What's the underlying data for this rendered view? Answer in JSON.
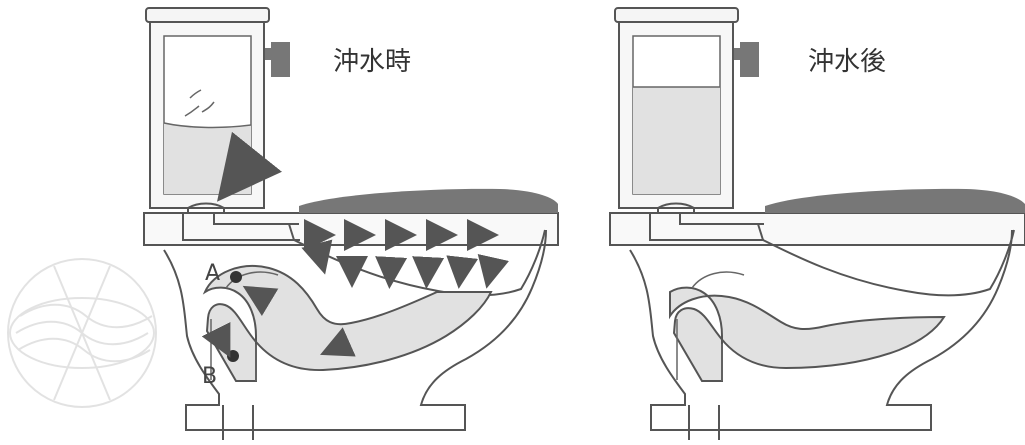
{
  "panels": {
    "flushing": {
      "title": "沖水時"
    },
    "after_flush": {
      "title": "沖水後"
    }
  },
  "points": {
    "a": "A",
    "b": "B"
  },
  "colors": {
    "outline": "#555555",
    "water": "#e1e1e1",
    "seat": "#777777",
    "arrow": "#555555"
  }
}
